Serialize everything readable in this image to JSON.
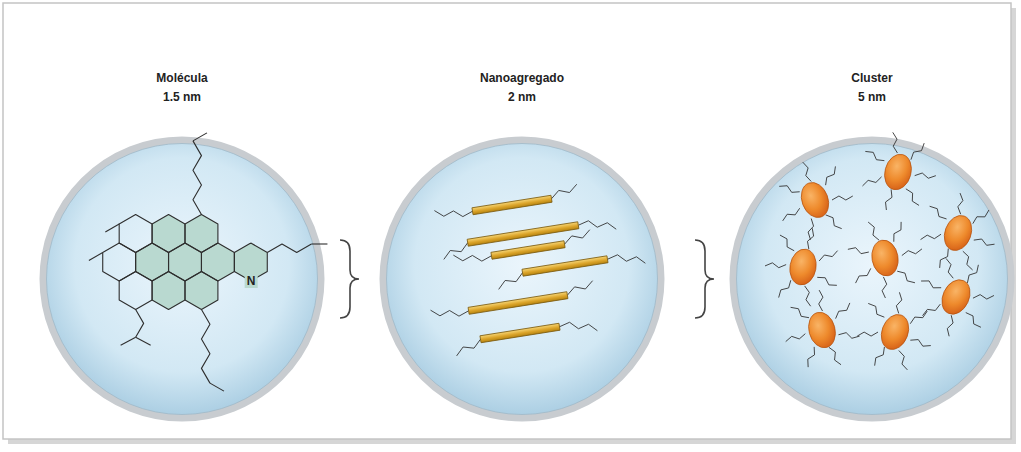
{
  "diagram": {
    "nodes": [
      {
        "text": [
          "Molécula",
          "1.5 nm"
        ]
      },
      {
        "text": [
          "Nanoagregado",
          "2 nm"
        ]
      },
      {
        "text": [
          "Cluster",
          "5 nm"
        ]
      }
    ],
    "labels": [
      "N"
    ]
  }
}
